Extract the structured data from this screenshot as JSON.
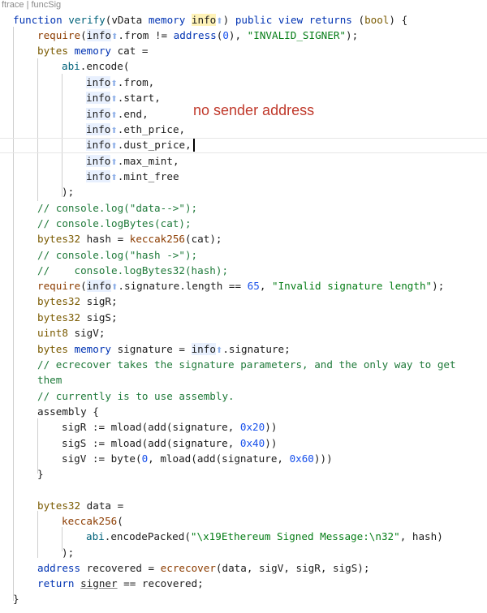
{
  "header": {
    "lens": "ftrace | funcSig"
  },
  "annotation": "no sender address",
  "code": {
    "lines": [
      [
        {
          "t": "function ",
          "k": "k"
        },
        {
          "t": "verify",
          "k": "f"
        },
        {
          "t": "(vData "
        },
        {
          "t": "memory ",
          "k": "k"
        },
        {
          "t": "info",
          "k": "hl"
        },
        {
          "t": "⬆",
          "k": "arrow"
        },
        {
          "t": ") "
        },
        {
          "t": "public view returns ",
          "k": "k"
        },
        {
          "t": "("
        },
        {
          "t": "bool",
          "k": "y"
        },
        {
          "t": ") {"
        }
      ],
      [
        {
          "t": "require",
          "k": "p"
        },
        {
          "t": "("
        },
        {
          "t": "info",
          "k": "ref"
        },
        {
          "t": "⬆",
          "k": "arrow"
        },
        {
          "t": ".from != "
        },
        {
          "t": "address",
          "k": "k"
        },
        {
          "t": "("
        },
        {
          "t": "0",
          "k": "n"
        },
        {
          "t": "), "
        },
        {
          "t": "\"INVALID_SIGNER\"",
          "k": "s"
        },
        {
          "t": ");"
        }
      ],
      [
        {
          "t": "bytes ",
          "k": "y"
        },
        {
          "t": "memory ",
          "k": "k"
        },
        {
          "t": "cat ="
        }
      ],
      [
        {
          "t": "abi",
          "k": "f"
        },
        {
          "t": ".encode("
        }
      ],
      [
        {
          "t": "info",
          "k": "ref"
        },
        {
          "t": "⬆",
          "k": "arrow"
        },
        {
          "t": ".from,"
        }
      ],
      [
        {
          "t": "info",
          "k": "ref"
        },
        {
          "t": "⬆",
          "k": "arrow"
        },
        {
          "t": ".start,"
        }
      ],
      [
        {
          "t": "info",
          "k": "ref"
        },
        {
          "t": "⬆",
          "k": "arrow"
        },
        {
          "t": ".end,"
        }
      ],
      [
        {
          "t": "info",
          "k": "ref"
        },
        {
          "t": "⬆",
          "k": "arrow"
        },
        {
          "t": ".eth_price,"
        }
      ],
      [
        {
          "t": "info",
          "k": "ref"
        },
        {
          "t": "⬆",
          "k": "arrow"
        },
        {
          "t": ".dust_price,"
        }
      ],
      [
        {
          "t": "info",
          "k": "ref"
        },
        {
          "t": "⬆",
          "k": "arrow"
        },
        {
          "t": ".max_mint,"
        }
      ],
      [
        {
          "t": "info",
          "k": "ref"
        },
        {
          "t": "⬆",
          "k": "arrow"
        },
        {
          "t": ".mint_free"
        }
      ],
      [
        {
          "t": ");"
        }
      ],
      [
        {
          "t": "// console.log(\"data-->\");",
          "k": "c"
        }
      ],
      [
        {
          "t": "// console.logBytes(cat);",
          "k": "c"
        }
      ],
      [
        {
          "t": "bytes32 ",
          "k": "y"
        },
        {
          "t": "hash = "
        },
        {
          "t": "keccak256",
          "k": "p"
        },
        {
          "t": "(cat);"
        }
      ],
      [
        {
          "t": "// console.log(\"hash ->\");",
          "k": "c"
        }
      ],
      [
        {
          "t": "//    console.logBytes32(hash);",
          "k": "c"
        }
      ],
      [
        {
          "t": "require",
          "k": "p"
        },
        {
          "t": "("
        },
        {
          "t": "info",
          "k": "ref"
        },
        {
          "t": "⬆",
          "k": "arrow"
        },
        {
          "t": ".signature.length == "
        },
        {
          "t": "65",
          "k": "n"
        },
        {
          "t": ", "
        },
        {
          "t": "\"Invalid signature length\"",
          "k": "s"
        },
        {
          "t": ");"
        }
      ],
      [
        {
          "t": "bytes32 ",
          "k": "y"
        },
        {
          "t": "sigR;"
        }
      ],
      [
        {
          "t": "bytes32 ",
          "k": "y"
        },
        {
          "t": "sigS;"
        }
      ],
      [
        {
          "t": "uint8 ",
          "k": "y"
        },
        {
          "t": "sigV;"
        }
      ],
      [
        {
          "t": "bytes ",
          "k": "y"
        },
        {
          "t": "memory ",
          "k": "k"
        },
        {
          "t": "signature = "
        },
        {
          "t": "info",
          "k": "ref"
        },
        {
          "t": "⬆",
          "k": "arrow"
        },
        {
          "t": ".signature;"
        }
      ],
      [
        {
          "t": "// ecrecover takes the signature parameters, and the only way to get",
          "k": "c"
        }
      ],
      [
        {
          "t": "them",
          "k": "c"
        }
      ],
      [
        {
          "t": "// currently is to use assembly.",
          "k": "c"
        }
      ],
      [
        {
          "t": "assembly {"
        }
      ],
      [
        {
          "t": "sigR := mload(add(signature, "
        },
        {
          "t": "0x20",
          "k": "n"
        },
        {
          "t": "))"
        }
      ],
      [
        {
          "t": "sigS := mload(add(signature, "
        },
        {
          "t": "0x40",
          "k": "n"
        },
        {
          "t": "))"
        }
      ],
      [
        {
          "t": "sigV := byte("
        },
        {
          "t": "0",
          "k": "n"
        },
        {
          "t": ", mload(add(signature, "
        },
        {
          "t": "0x60",
          "k": "n"
        },
        {
          "t": ")))"
        }
      ],
      [
        {
          "t": "}"
        }
      ],
      [
        {
          "t": ""
        }
      ],
      [
        {
          "t": "bytes32 ",
          "k": "y"
        },
        {
          "t": "data ="
        }
      ],
      [
        {
          "t": "keccak256",
          "k": "p"
        },
        {
          "t": "("
        }
      ],
      [
        {
          "t": "abi",
          "k": "f"
        },
        {
          "t": ".encodePacked("
        },
        {
          "t": "\"\\x19Ethereum Signed Message:\\n32\"",
          "k": "s"
        },
        {
          "t": ", hash)"
        }
      ],
      [
        {
          "t": ");"
        }
      ],
      [
        {
          "t": "address ",
          "k": "k"
        },
        {
          "t": "recovered = "
        },
        {
          "t": "ecrecover",
          "k": "p"
        },
        {
          "t": "(data, sigV, sigR, sigS);"
        }
      ],
      [
        {
          "t": "return ",
          "k": "k"
        },
        {
          "t": "signer",
          "k": "u"
        },
        {
          "t": " == recovered;"
        }
      ],
      [
        {
          "t": "}"
        }
      ]
    ]
  }
}
